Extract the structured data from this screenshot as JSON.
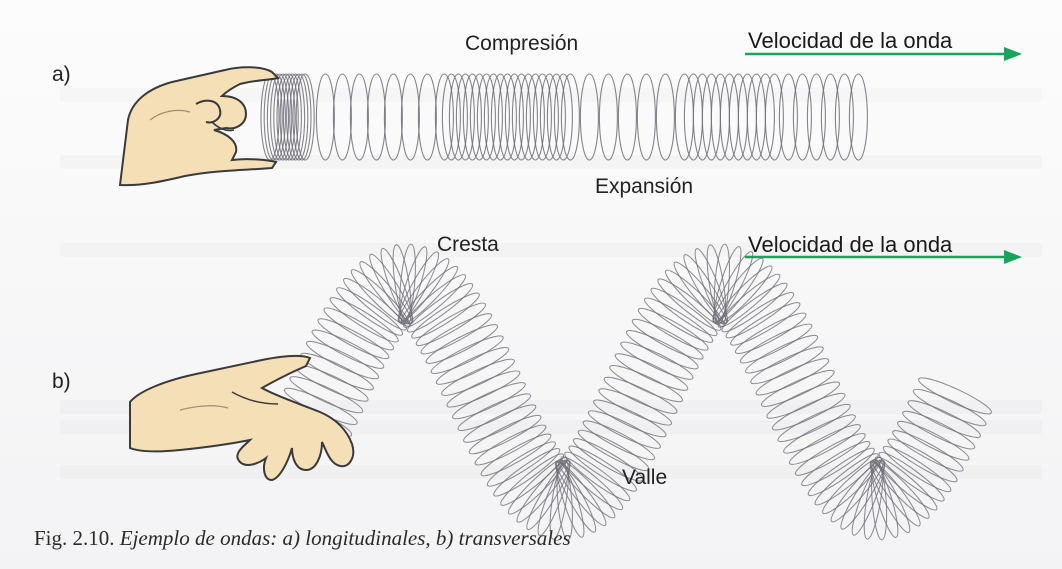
{
  "panel_a": {
    "letter": "a)",
    "compression_label": "Compresión",
    "expansion_label": "Expansión",
    "velocity_label": "Velocidad de la onda"
  },
  "panel_b": {
    "letter": "b)",
    "crest_label": "Cresta",
    "trough_label": "Valle",
    "velocity_label": "Velocidad de la onda"
  },
  "caption": {
    "prefix": "Fig. 2.10.",
    "text": "Ejemplo de ondas: a) longitudinales, b) transversales"
  },
  "colors": {
    "arrow": "#1aa35a",
    "coil": "#6f6f78",
    "hand_fill": "#f4dfb6",
    "hand_stroke": "#3a3a3a"
  },
  "icons": [
    "hand-icon",
    "spring-coil-icon",
    "arrow-right-icon"
  ]
}
